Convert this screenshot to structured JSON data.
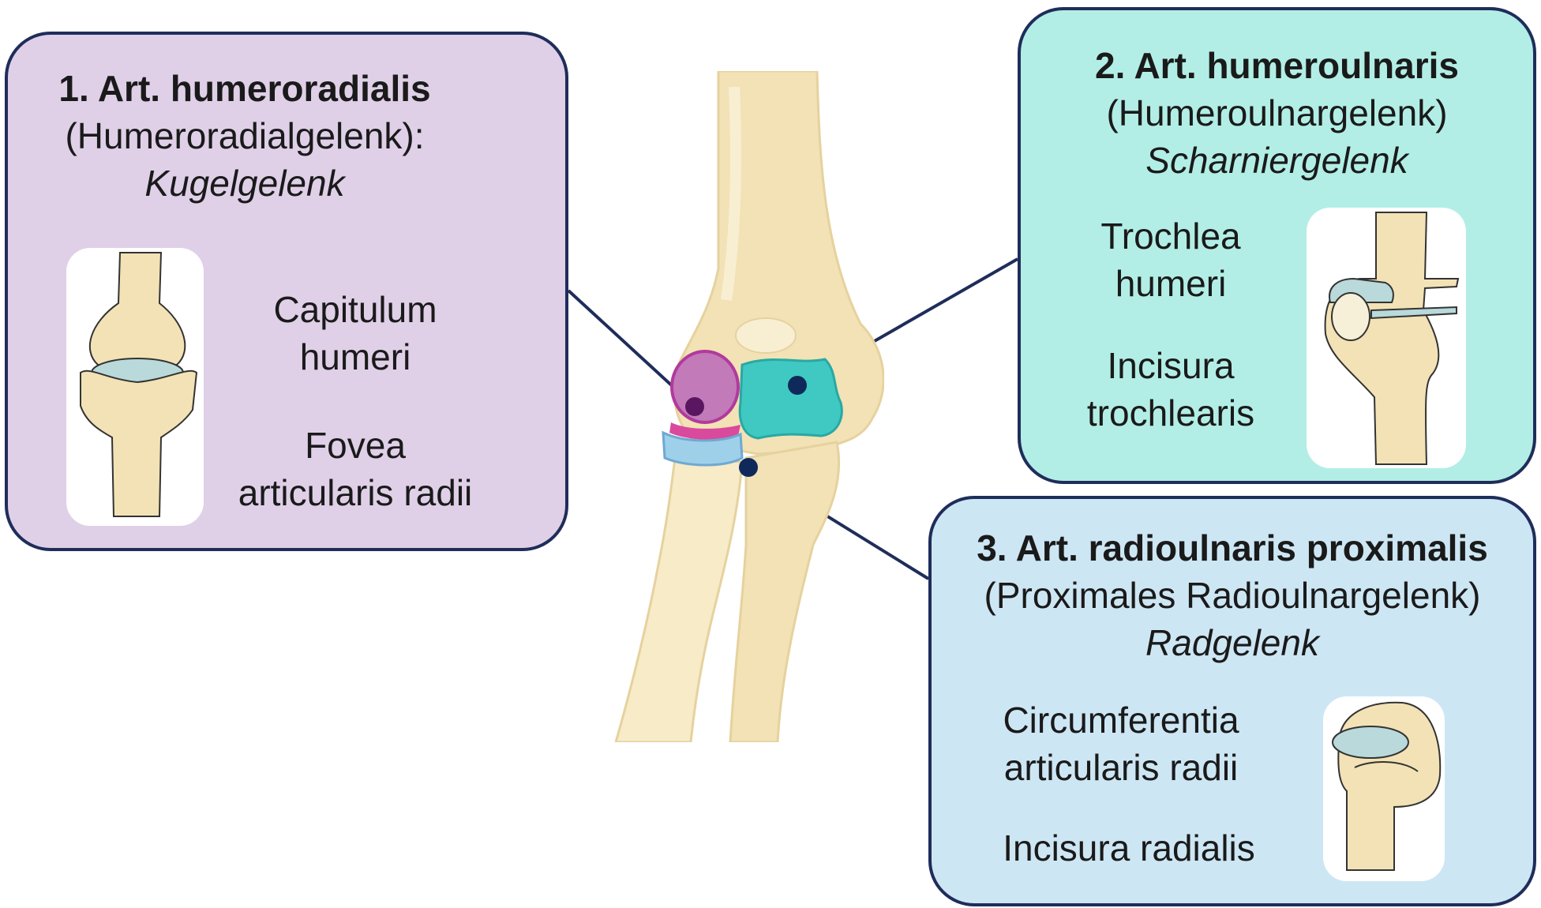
{
  "colors": {
    "joint1": "#dfd0e8",
    "joint2": "#b2eee6",
    "joint3": "#cde6f4",
    "border": "#1f2d5a",
    "bone": "#f2e2b5",
    "cartilage": "#b9d9da"
  },
  "joint1": {
    "title": "1. Art. humeroradialis",
    "german": "(Humeroradialgelenk):",
    "type": "Kugelgelenk",
    "surface_a_1": "Capitulum",
    "surface_a_2": "humeri",
    "surface_b_1": "Fovea",
    "surface_b_2": "articularis radii"
  },
  "joint2": {
    "title": "2. Art. humeroulnaris",
    "german": "(Humeroulnargelenk)",
    "type": "Scharniergelenk",
    "surface_a_1": "Trochlea",
    "surface_a_2": "humeri",
    "surface_b_1": "Incisura",
    "surface_b_2": "trochlearis"
  },
  "joint3": {
    "title": "3. Art. radioulnaris proximalis",
    "german": "(Proximales Radioulnargelenk)",
    "type": "Radgelenk",
    "surface_a_1": "Circumferentia",
    "surface_a_2": "articularis radii",
    "surface_b": "Incisura radialis"
  },
  "icons": {
    "joint1_schematic": "ball-joint-icon",
    "joint2_schematic": "hinge-joint-icon",
    "joint3_schematic": "pivot-joint-icon",
    "center": "elbow-joint-illustration"
  }
}
